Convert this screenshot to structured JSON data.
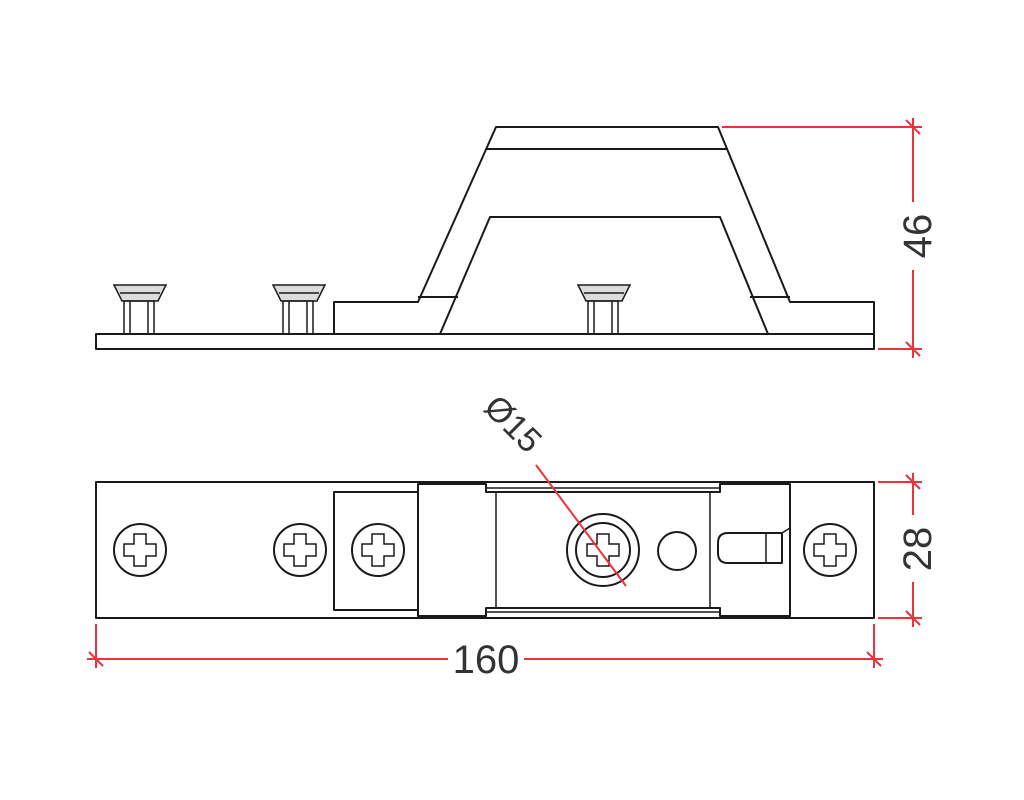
{
  "dimensions": {
    "height": "46",
    "width": "28",
    "length": "160",
    "hole_diameter": "Ø15"
  },
  "colors": {
    "outline": "#1a1a1a",
    "dimension_line": "#e8343c",
    "dimension_text": "#333333",
    "screw_head": "#dcdcdc"
  }
}
